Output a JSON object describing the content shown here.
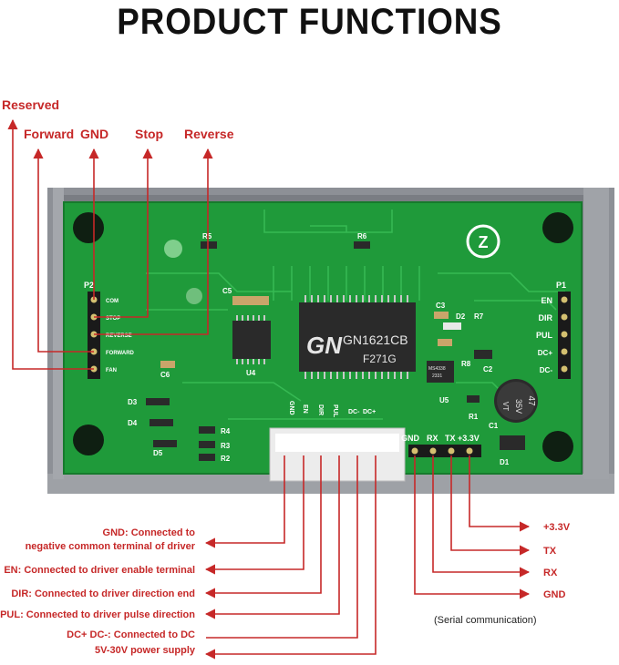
{
  "title": "PRODUCT FUNCTIONS",
  "top_labels": {
    "reserved": "Reserved",
    "forward": "Forward",
    "gnd": "GND",
    "stop": "Stop",
    "reverse": "Reverse"
  },
  "left_pins": [
    "COM",
    "STOP",
    "REVERSE",
    "FORWARD",
    "FAN"
  ],
  "left_header": "P2",
  "right_header": "P1",
  "right_pins": [
    "EN",
    "DIR",
    "PUL",
    "DC+",
    "DC-"
  ],
  "bottom_pins": [
    "GND",
    "EN",
    "DIR",
    "PUL",
    "DC-",
    "DC+"
  ],
  "serial_pins": [
    "GND",
    "RX",
    "TX",
    "+3.3V"
  ],
  "chip": {
    "logo": "GN",
    "model": "GN1621CB",
    "code": "F271G"
  },
  "components": {
    "r5": "R5",
    "r6": "R6",
    "r7": "R7",
    "r8": "R8",
    "c5": "C5",
    "c6": "C6",
    "c3": "C3",
    "c2": "C2",
    "c1": "C1",
    "d1": "D1",
    "d2": "D2",
    "d3": "D3",
    "d4": "D4",
    "d5": "D5",
    "r1": "R1",
    "r2": "R2",
    "r3": "R3",
    "r4": "R4",
    "u4": "U4",
    "u5": "U5",
    "cap_value": "47",
    "cap_voltage": "35V",
    "cap_series": "VT",
    "ic_small": "MS4338",
    "ic_code": "2331"
  },
  "bottom_descriptions": {
    "gnd": [
      "GND: Connected to",
      "negative common terminal of driver"
    ],
    "en": "EN: Connected to driver enable terminal",
    "dir": "DIR: Connected to driver direction end",
    "pul": "PUL: Connected to driver pulse direction",
    "dc": [
      "DC+ DC-: Connected to DC",
      "5V-30V power supply"
    ]
  },
  "serial_labels": {
    "v33": "+3.3V",
    "tx": "TX",
    "rx": "RX",
    "gnd": "GND"
  },
  "serial_note": "(Serial communication)",
  "colors": {
    "label": "#c62828",
    "pcb": "#1f9a3a",
    "case": "#8d9096",
    "chip": "#2a2a2a"
  }
}
